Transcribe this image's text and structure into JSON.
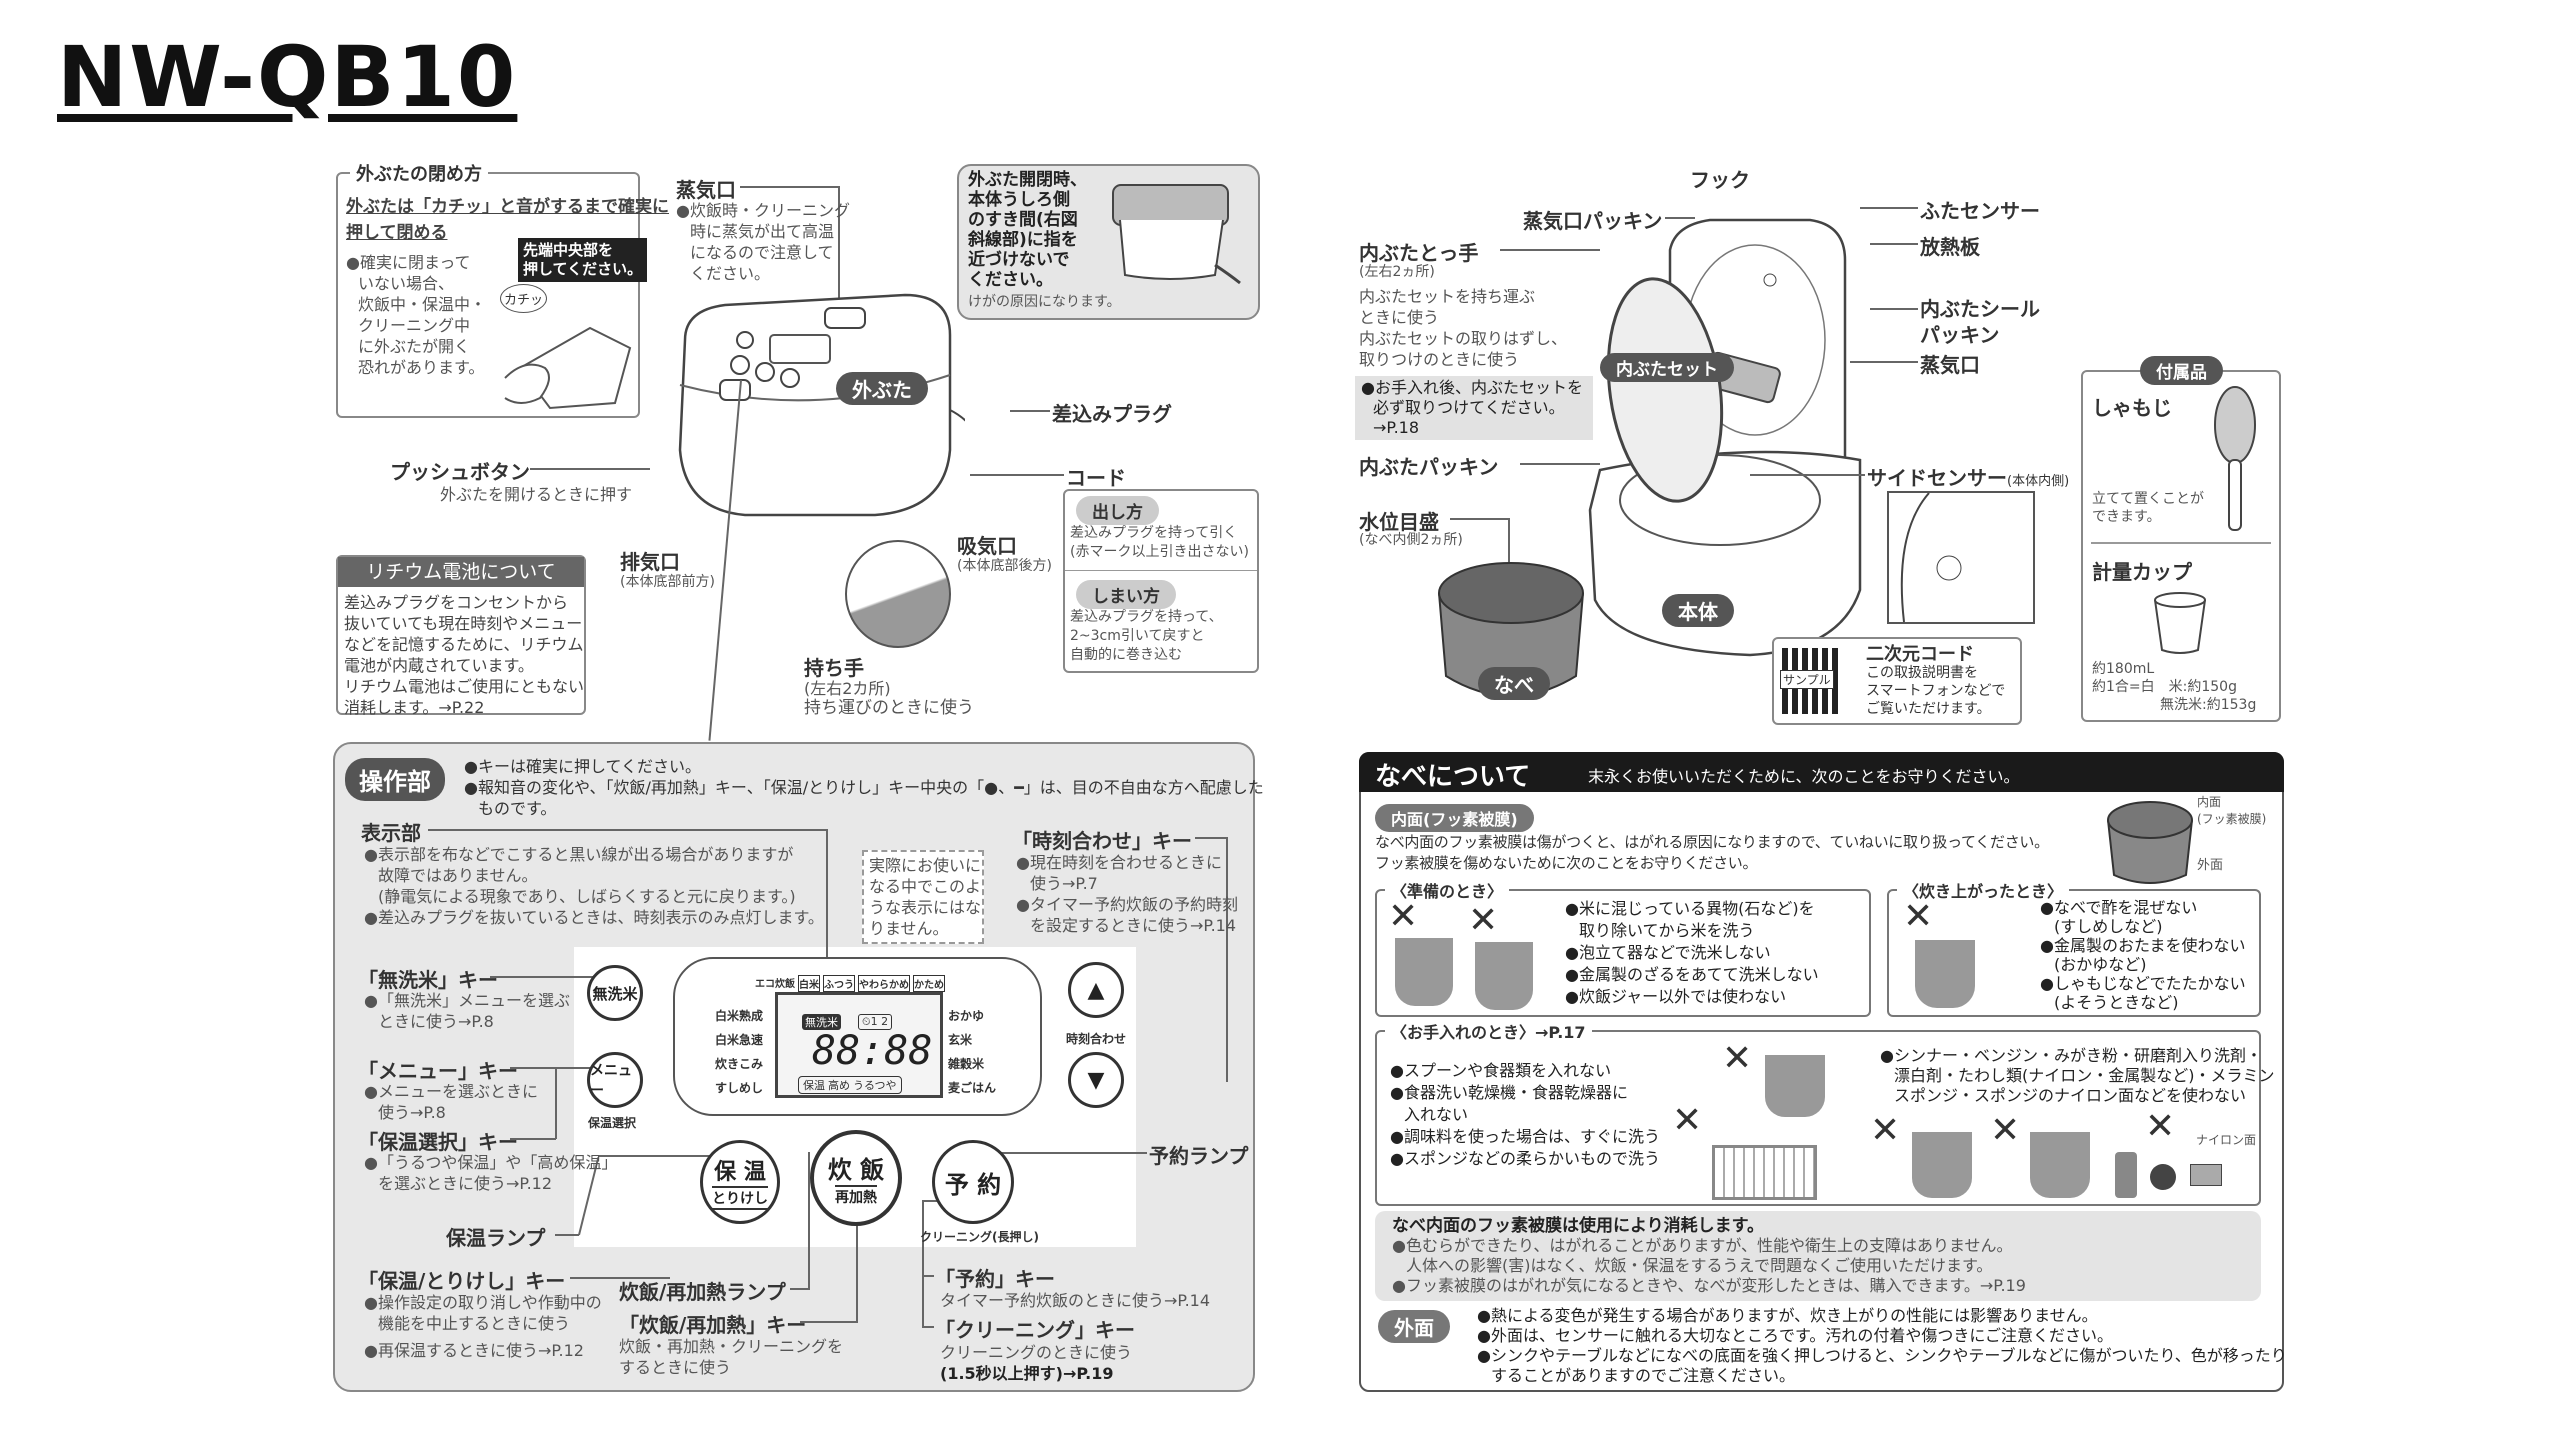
{
  "title": "NW-QB10",
  "close_lid": {
    "heading": "外ぶたの閉め方",
    "line1": "外ぶたは「カチッ」と音がするまで確実に",
    "line2": "押して閉める",
    "bullet": [
      "●確実に閉まって",
      "いない場合、",
      "炊飯中・保温中・",
      "クリーニング中",
      "に外ぶたが開く",
      "恐れがあります。"
    ],
    "callout": [
      "先端中央部を",
      "押してください。"
    ],
    "click": "カチッ"
  },
  "steam": {
    "label": "蒸気口",
    "text": [
      "●炊飯時・クリーニング",
      "時に蒸気が出て高温",
      "になるので注意して",
      "ください。"
    ]
  },
  "warning": {
    "text": [
      "外ぶた開閉時、",
      "本体うしろ側",
      "のすき間(右図",
      "斜線部)に指を",
      "近づけないで",
      "ください。"
    ],
    "note": "けがの原因になります。"
  },
  "body_labels": {
    "outer_lid": "外ぶた",
    "plug": "差込みプラグ",
    "cord": "コード",
    "push_button": "プッシュボタン",
    "push_sub": "外ぶたを開けるときに押す",
    "exhaust": "排気口",
    "exhaust_sub": "(本体底部前方)",
    "intake": "吸気口",
    "intake_sub": "(本体底部後方)",
    "handle": "持ち手",
    "handle_sub1": "(左右2カ所)",
    "handle_sub2": "持ち運びのときに使う"
  },
  "cord_box": {
    "out_title": "出し方",
    "out_text": [
      "差込みプラグを持って引く",
      "(赤マーク以上引き出さない)"
    ],
    "in_title": "しまい方",
    "in_text": [
      "差込みプラグを持って、",
      "2~3cm引いて戻すと",
      "自動的に巻き込む"
    ]
  },
  "lithium": {
    "title": "リチウム電池について",
    "text": [
      "差込みプラグをコンセントから",
      "抜いていても現在時刻やメニュー",
      "などを記憶するために、リチウム",
      "電池が内蔵されています。",
      "リチウム電池はご使用にともない",
      "消耗します。→P.22"
    ]
  },
  "ops": {
    "badge": "操作部",
    "notes": [
      "●キーは確実に押してください。",
      "●報知音の変化や、「炊飯/再加熱」キー、「保温/とりけし」キー中央の「●、━」は、目の不自由な方へ配慮した",
      "ものです。"
    ],
    "display": {
      "label": "表示部",
      "text": [
        "●表示部を布などでこすると黒い線が出る場合がありますが",
        "故障ではありません。",
        "(静電気による現象であり、しばらくすると元に戻ります。)",
        "●差込みプラグを抜いているときは、時刻表示のみ点灯します。"
      ]
    },
    "note_box": [
      "実際にお使いに",
      "なる中でこのよ",
      "うな表示にはな",
      "りません。"
    ],
    "clock": {
      "label": "「時刻合わせ」キー",
      "text": [
        "●現在時刻を合わせるときに",
        "使う→P.7",
        "●タイマー予約炊飯の予約時刻",
        "を設定するときに使う→P.14"
      ]
    },
    "musenmai": {
      "label": "「無洗米」キー",
      "text": [
        "●「無洗米」メニューを選ぶ",
        "ときに使う→P.8"
      ]
    },
    "menu": {
      "label": "「メニュー」キー",
      "text": [
        "●メニューを選ぶときに",
        "使う→P.8"
      ]
    },
    "keep_select": {
      "label": "「保温選択」キー",
      "text": [
        "●「うるつや保温」や「高め保温」",
        "を選ぶときに使う→P.12"
      ]
    },
    "keep_lamp": "保温ランプ",
    "keep_cancel": {
      "label": "「保温/とりけし」キー",
      "text": [
        "●操作設定の取り消しや作動中の",
        "機能を中止するときに使う",
        "●再保温するときに使う→P.12"
      ]
    },
    "cook_lamp": "炊飯/再加熱ランプ",
    "cook_key": {
      "label": "「炊飯/再加熱」キー",
      "text": [
        "炊飯・再加熱・クリーニングを",
        "するときに使う"
      ]
    },
    "timer_key": {
      "label": "「予約」キー",
      "text": "タイマー予約炊飯のときに使う→P.14"
    },
    "clean_key": {
      "label": "「クリーニング」キー",
      "text": [
        "クリーニングのときに使う",
        "(1.5秒以上押す)→P.19"
      ]
    },
    "timer_lamp": "予約ランプ",
    "buttons": {
      "musenmai": "無洗米",
      "menu": "メニュー",
      "menu_sub": "保温選択",
      "up": "▲",
      "down": "▼",
      "clock_sub": "時刻合わせ",
      "keep1": "保 温",
      "keep2": "とりけし",
      "cook1": "炊 飯",
      "cook2": "再加熱",
      "timer": "予 約",
      "clean_sub": "クリーニング(長押し)"
    },
    "lcd": {
      "top": [
        "エコ炊飯",
        "白米",
        "ふつう",
        "やわらかめ",
        "かため"
      ],
      "left": [
        "白米熟成",
        "白米急速",
        "炊きこみ",
        "すしめし"
      ],
      "right": [
        "おかゆ",
        "玄米",
        "雑穀米",
        "麦ごはん"
      ],
      "mode": "無洗米",
      "timer_icons": "⏲1 2",
      "time": "88:88",
      "bottom": [
        "保温",
        "高め",
        "うるつや"
      ]
    }
  },
  "inner": {
    "hook": "フック",
    "steam_packing": "蒸気口パッキン",
    "lid_sensor": "ふたセンサー",
    "heat_plate": "放熱板",
    "seal1": "内ぶたシール",
    "seal2": "パッキン",
    "steam": "蒸気口",
    "handle": "内ぶたとっ手",
    "handle_sub": "(左右2ヵ所)",
    "handle_text": [
      "内ぶたセットを持ち運ぶ",
      "ときに使う",
      "内ぶたセットの取りはずし、",
      "取りつけのときに使う"
    ],
    "note": [
      "●お手入れ後、内ぶたセットを",
      "必ず取りつけてください。",
      "→P.18"
    ],
    "lid_set": "内ぶたセット",
    "lid_packing": "内ぶたパッキン",
    "water": "水位目盛",
    "water_sub": "(なべ内側2ヵ所)",
    "pot": "なべ",
    "body": "本体",
    "side_sensor": "サイドセンサー",
    "side_sub": "(本体内側)",
    "qr_title": "二次元コード",
    "qr_sample": "サンプル",
    "qr_text": [
      "この取扱説明書を",
      "スマートフォンなどで",
      "ご覧いただけます。"
    ]
  },
  "accessories": {
    "title": "付属品",
    "spatula": "しゃもじ",
    "spatula_text": [
      "立てて置くことが",
      "できます。"
    ],
    "cup": "計量カップ",
    "cup_text": [
      "約180mL",
      "約1合=白　米:約150g",
      "無洗米:約153g"
    ]
  },
  "pot_section": {
    "header": "なべについて",
    "header_sub": "末永くお使いいただくために、次のことをお守りください。",
    "inner_badge": "内面(フッ素被膜)",
    "inner_text": [
      "なべ内面のフッ素被膜は傷がつくと、はがれる原因になりますので、ていねいに取り扱ってください。",
      "フッ素被膜を傷めないために次のことをお守りください。"
    ],
    "diag_inner": [
      "内面",
      "(フッ素被膜)"
    ],
    "diag_outer": "外面",
    "prep": {
      "title": "〈準備のとき〉",
      "items": [
        "●米に混じっている異物(石など)を",
        "取り除いてから米を洗う",
        "●泡立て器などで洗米しない",
        "●金属製のざるをあてて洗米しない",
        "●炊飯ジャー以外では使わない"
      ]
    },
    "cooked": {
      "title": "〈炊き上がったとき〉",
      "items": [
        "●なべで酢を混ぜない",
        "(すしめしなど)",
        "●金属製のおたまを使わない",
        "(おかゆなど)",
        "●しゃもじなどでたたかない",
        "(よそうときなど)"
      ]
    },
    "care": {
      "title": "〈お手入れのとき〉→P.17",
      "left": [
        "●スプーンや食器類を入れない",
        "●食器洗い乾燥機・食器乾燥器に",
        "入れない",
        "●調味料を使った場合は、すぐに洗う",
        "●スポンジなどの柔らかいもので洗う"
      ],
      "right": [
        "●シンナー・ベンジン・みがき粉・研磨剤入り洗剤・",
        "漂白剤・たわし類(ナイロン・金属製など)・メラミン",
        "スポンジ・スポンジのナイロン面などを使わない"
      ],
      "nylon": "ナイロン面"
    },
    "wear": {
      "title": "なべ内面のフッ素被膜は使用により消耗します。",
      "items": [
        "●色むらができたり、はがれることがありますが、性能や衛生上の支障はありません。",
        "人体への影響(害)はなく、炊飯・保温をするうえで問題なくご使用いただけます。",
        "●フッ素被膜のはがれが気になるときや、なべが変形したときは、購入できます。→P.19"
      ]
    },
    "outer_badge": "外面",
    "outer_items": [
      "●熱による変色が発生する場合がありますが、炊き上がりの性能には影響ありません。",
      "●外面は、センサーに触れる大切なところです。汚れの付着や傷つきにご注意ください。",
      "●シンクやテーブルなどになべの底面を強く押しつけると、シンクやテーブルなどに傷がついたり、色が移ったり",
      "することがありますのでご注意ください。"
    ]
  }
}
